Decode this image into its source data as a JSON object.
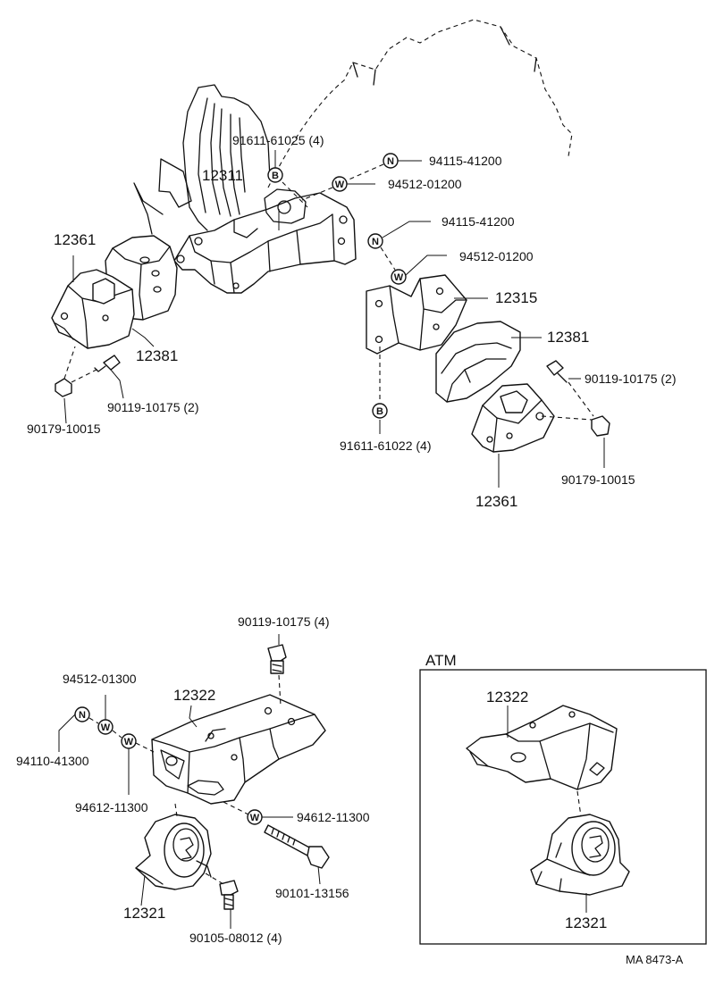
{
  "upper": {
    "bolt_b_top": "91611-61025 (4)",
    "ref_bracket": "12311",
    "nut_top": "94115-41200",
    "washer_top": "94512-01200",
    "nut_mid": "94115-41200",
    "washer_mid": "94512-01200",
    "ref_bracket_rh": "12315",
    "ref_insulator_rh": "12381",
    "ref_mount_lh": "12361",
    "ref_insulator_lh": "12381",
    "bolt_lh": "90119-10175 (2)",
    "nut_lh": "90179-10015",
    "bolt_rh": "90119-10175 (2)",
    "bolt_b_bottom": "91611-61022 (4)",
    "nut_rh": "90179-10015",
    "ref_mount_rh": "12361"
  },
  "lower": {
    "bolt_top": "90119-10175 (4)",
    "washer_1": "94512-01300",
    "ref_bracket": "12322",
    "nut": "94110-41300",
    "washer_2": "94612-11300",
    "washer_3": "94612-11300",
    "bolt_long": "90101-13156",
    "ref_mount": "12321",
    "bolt_bottom": "90105-08012 (4)"
  },
  "atm": {
    "title": "ATM",
    "ref_bracket": "12322",
    "ref_mount": "12321"
  },
  "glyphs": {
    "bolt": "B",
    "nut": "N",
    "washer": "W"
  },
  "footer": {
    "code": "MA  8473-A"
  }
}
